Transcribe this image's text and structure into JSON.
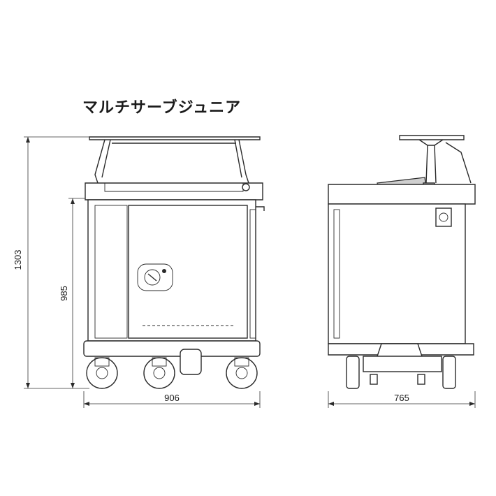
{
  "title": "マルチサーブジュニア",
  "dimensions": {
    "total_height": "1303",
    "body_height": "985",
    "width_front": "906",
    "width_side": "765"
  }
}
